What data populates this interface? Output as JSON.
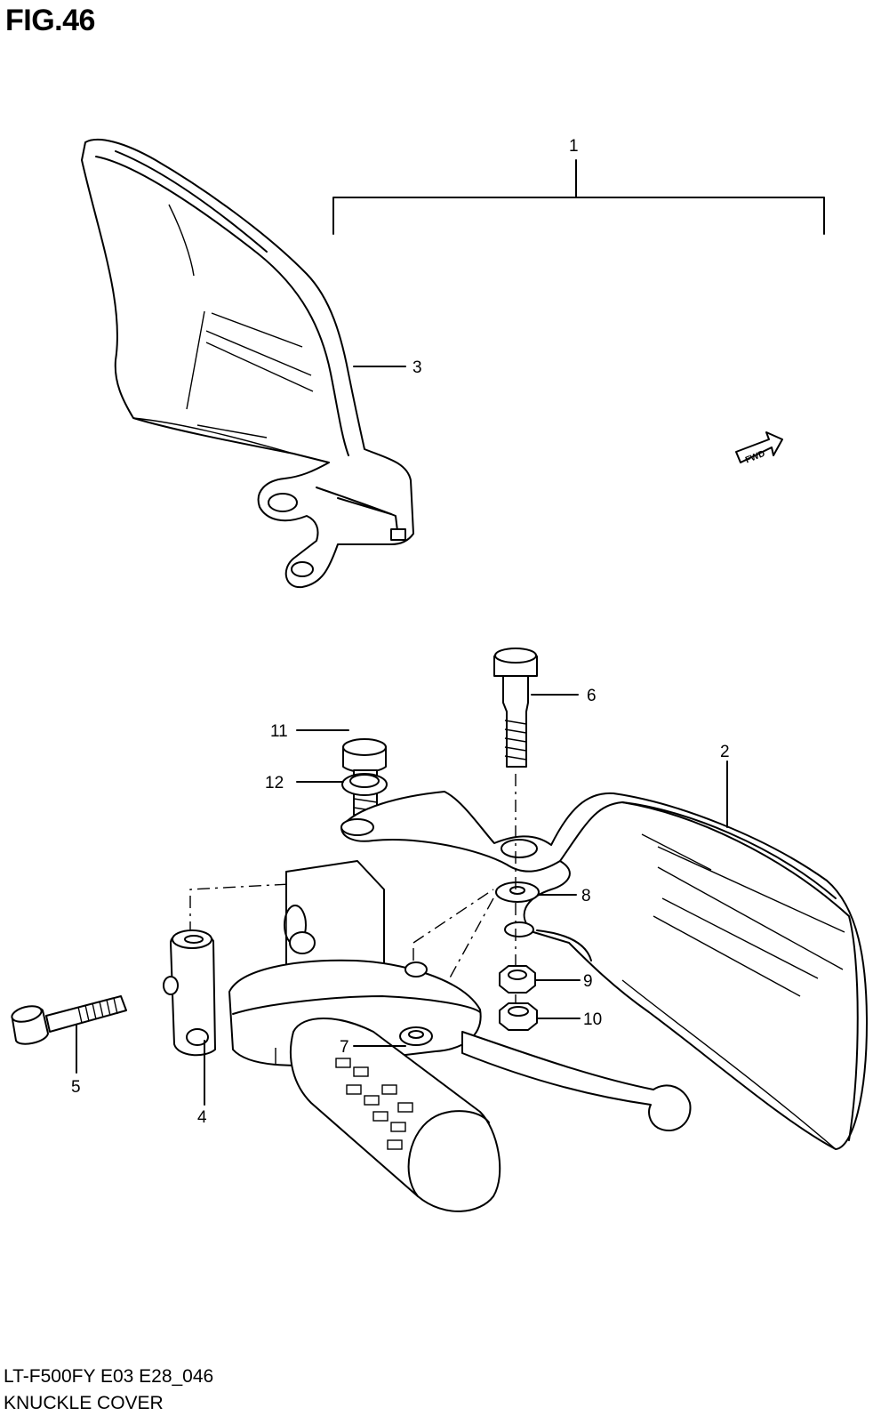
{
  "figure": {
    "title": "FIG.46"
  },
  "footer": {
    "model_code": "LT-F500FY E03 E28_046",
    "section_name": "KNUCKLE COVER"
  },
  "fwd_badge": {
    "label": "FWD"
  },
  "callouts": [
    {
      "id": "1",
      "label": "1"
    },
    {
      "id": "2",
      "label": "2"
    },
    {
      "id": "3",
      "label": "3"
    },
    {
      "id": "4",
      "label": "4"
    },
    {
      "id": "5",
      "label": "5"
    },
    {
      "id": "6",
      "label": "6"
    },
    {
      "id": "7",
      "label": "7"
    },
    {
      "id": "8",
      "label": "8"
    },
    {
      "id": "9",
      "label": "9"
    },
    {
      "id": "10",
      "label": "10"
    },
    {
      "id": "11",
      "label": "11"
    },
    {
      "id": "12",
      "label": "12"
    }
  ]
}
